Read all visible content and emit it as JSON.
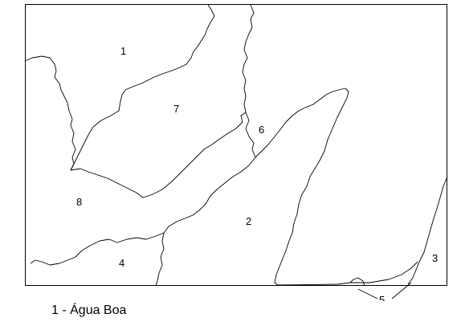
{
  "map": {
    "region_labels": {
      "r1": "1",
      "r2": "2",
      "r3": "3",
      "r4": "4",
      "r5": "5",
      "r6": "6",
      "r7": "7",
      "r8": "8"
    },
    "legend": {
      "item1": "1 - Água Boa"
    }
  }
}
